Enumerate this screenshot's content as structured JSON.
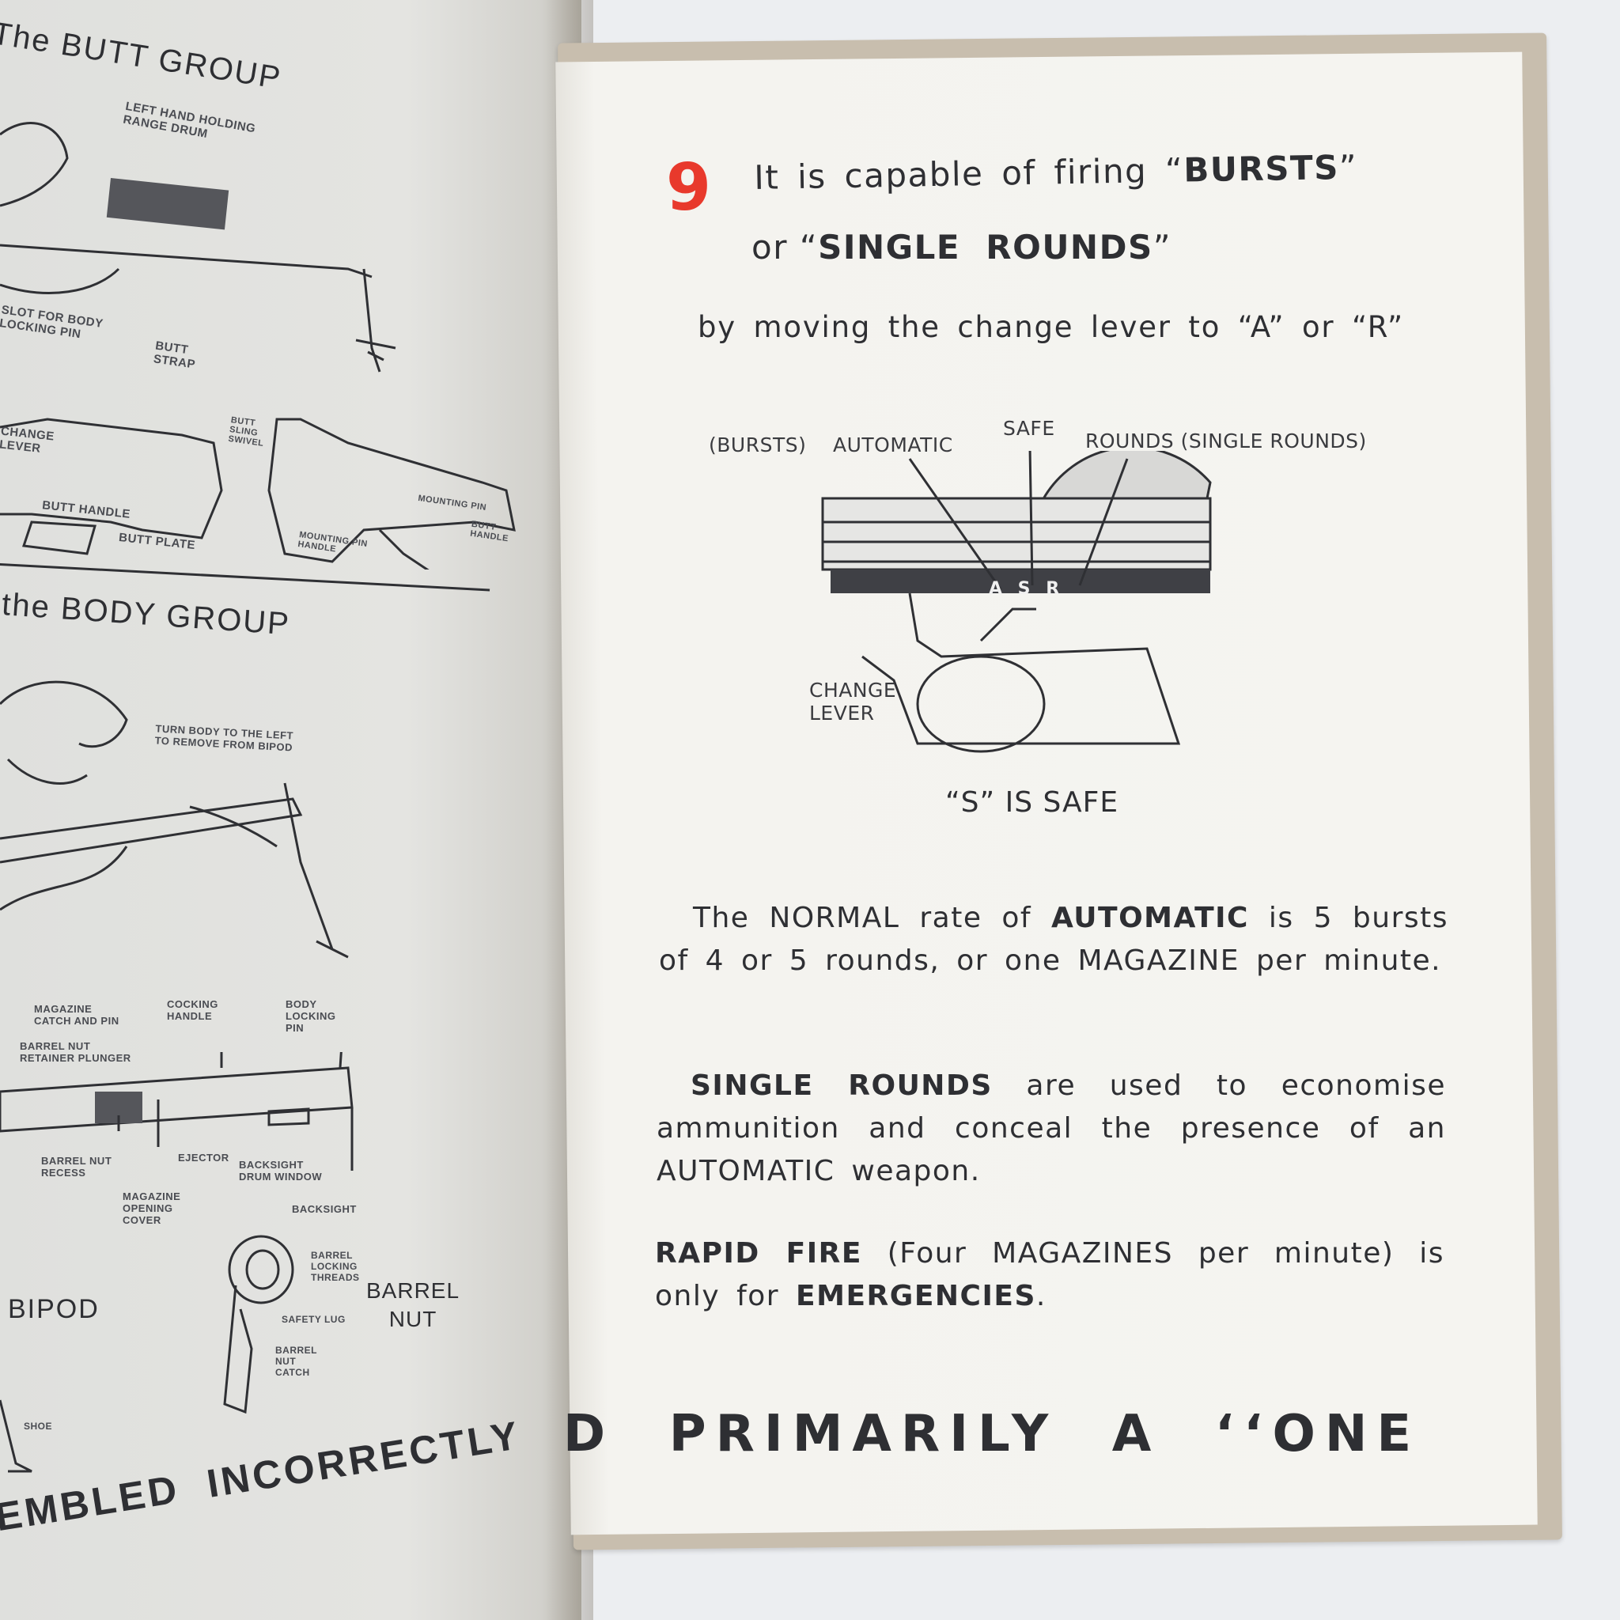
{
  "left_page": {
    "butt_group_title": "The BUTT GROUP",
    "butt_labels": [
      "LEFT HAND HOLDING\nRANGE DRUM",
      "SLOT FOR BODY\nLOCKING PIN",
      "BUTT\nSTRAP",
      "CHANGE\nLEVER",
      "BUTT HANDLE",
      "BUTT PLATE",
      "BUTT\nSLING\nSWIVEL",
      "MOUNTING PIN",
      "MOUNTING PIN\nHANDLE",
      "BUTT\nHANDLE"
    ],
    "body_group_title": "the BODY GROUP",
    "body_labels": [
      "TURN BODY TO THE LEFT\nTO REMOVE FROM BIPOD",
      "MAGAZINE\nCATCH AND PIN",
      "COCKING\nHANDLE",
      "BODY\nLOCKING\nPIN",
      "BARREL NUT\nRETAINER PLUNGER",
      "BARREL NUT\nRECESS",
      "EJECTOR",
      "MAGAZINE\nOPENING\nCOVER",
      "BACKSIGHT\nDRUM WINDOW",
      "BACKSIGHT"
    ],
    "bipod_title": "BIPOD",
    "shoe_label": "SHOE",
    "barrel_nut_title": "BARREL\nNUT",
    "barrel_nut_labels": [
      "BARREL\nLOCKING\nTHREADS",
      "SAFETY LUG",
      "BARREL\nNUT\nCATCH"
    ],
    "footer": "EMBLED  INCORRECTLY"
  },
  "right_page": {
    "section_number": "9",
    "section_number_color": "#e8392c",
    "heading_line1_pre": "It is capable of firing “",
    "heading_line1_bold": "BURSTS",
    "heading_line1_post": "”",
    "heading_line2_pre": "or “",
    "heading_line2_bold": "SINGLE  ROUNDS",
    "heading_line2_post": "”",
    "subheading": "by moving the change lever to “A” or “R”",
    "diagram": {
      "label_bursts": "(BURSTS)",
      "label_automatic": "AUTOMATIC",
      "label_safe": "SAFE",
      "label_rounds": "ROUNDS (SINGLE ROUNDS)",
      "selector_letters": "A S R",
      "label_change_lever": "CHANGE\nLEVER",
      "caption": "“S” IS SAFE"
    },
    "paragraphs": [
      {
        "segments": [
          "The NORMAL rate of ",
          "AUTOMATIC",
          " is 5 bursts of 4 or 5 rounds, or one MAGAZINE per minute."
        ]
      },
      {
        "segments": [
          "SINGLE ROUNDS",
          " are used to economise ammunition and conceal the presence of an AUTOMATIC weapon."
        ]
      },
      {
        "segments": [
          "RAPID FIRE",
          " (Four MAGAZINES per minute) is only for ",
          "EMERGENCIES",
          "."
        ]
      }
    ],
    "footer": "D  PRIMARILY  A  ‘‘ONE"
  }
}
